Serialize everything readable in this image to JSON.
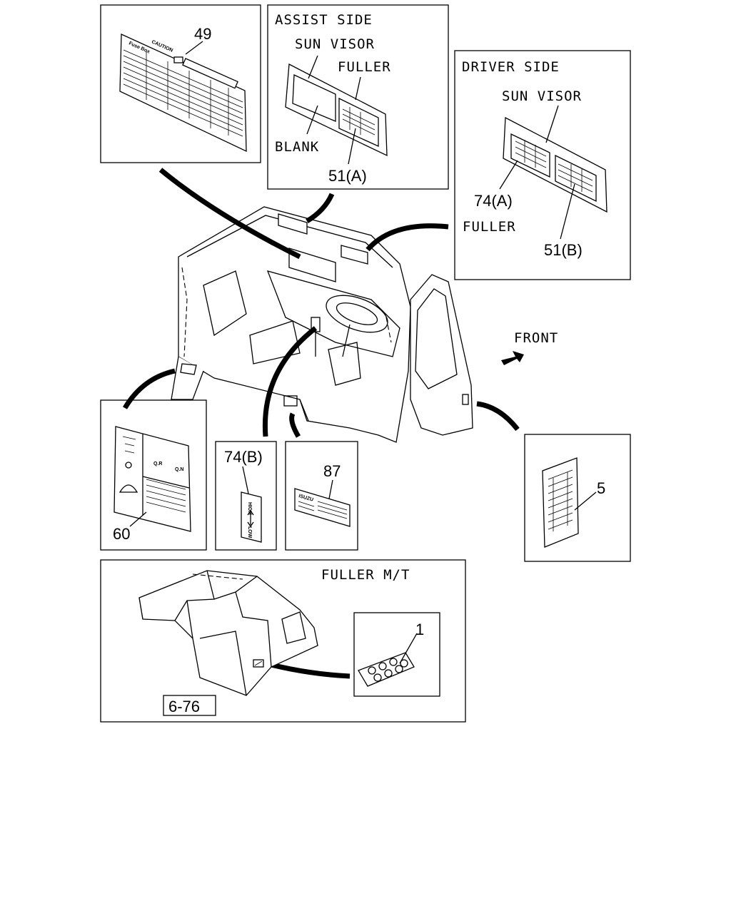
{
  "callouts": {
    "p49": "49",
    "p51a": "51(A)",
    "p74a": "74(A)",
    "p51b": "51(B)",
    "p60": "60",
    "p74b": "74(B)",
    "p87": "87",
    "p5": "5",
    "p1": "1",
    "ref": "6-76"
  },
  "labels": {
    "assist_side": "ASSIST SIDE",
    "assist_sun_visor": "SUN VISOR",
    "assist_fuller": "FULLER",
    "blank": "BLANK",
    "driver_side": "DRIVER SIDE",
    "driver_sun_visor": "SUN VISOR",
    "driver_fuller": "FULLER",
    "front": "FRONT",
    "fuller_mt": "FULLER M/T"
  },
  "decal_text": {
    "caution": "CAUTION",
    "fuse_box": "Fuse Box",
    "high": "HIGH",
    "low": "LOW",
    "isuzu": "ISUZU"
  }
}
